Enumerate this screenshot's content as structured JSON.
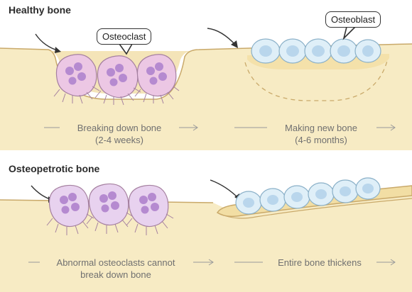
{
  "panels": {
    "healthy": {
      "title": "Healthy bone",
      "osteoclast_label": "Osteoclast",
      "osteoblast_label": "Osteoblast",
      "step1_line1": "Breaking down bone",
      "step1_line2": "(2-4 weeks)",
      "step2_line1": "Making new bone",
      "step2_line2": "(4-6 months)"
    },
    "osteopetrotic": {
      "title": "Osteopetrotic bone",
      "step1_line1": "Abnormal osteoclasts cannot",
      "step1_line2": "break down bone",
      "step2_line1": "Entire bone thickens"
    }
  },
  "colors": {
    "bone_fill": "#f7ebc4",
    "bone_surface": "#efd99a",
    "bone_edge": "#c9a96a",
    "osteoclast_fill": "#ecc7e4",
    "osteoclast_nucleus": "#b58ad0",
    "osteoclast_dysfunctional_fill": "#e8d2ef",
    "osteoblast_fill": "#dfeff8",
    "osteoblast_edge": "#8ab0c8",
    "osteoblast_nucleus": "#b9d6ec",
    "caption_text": "#707070"
  }
}
